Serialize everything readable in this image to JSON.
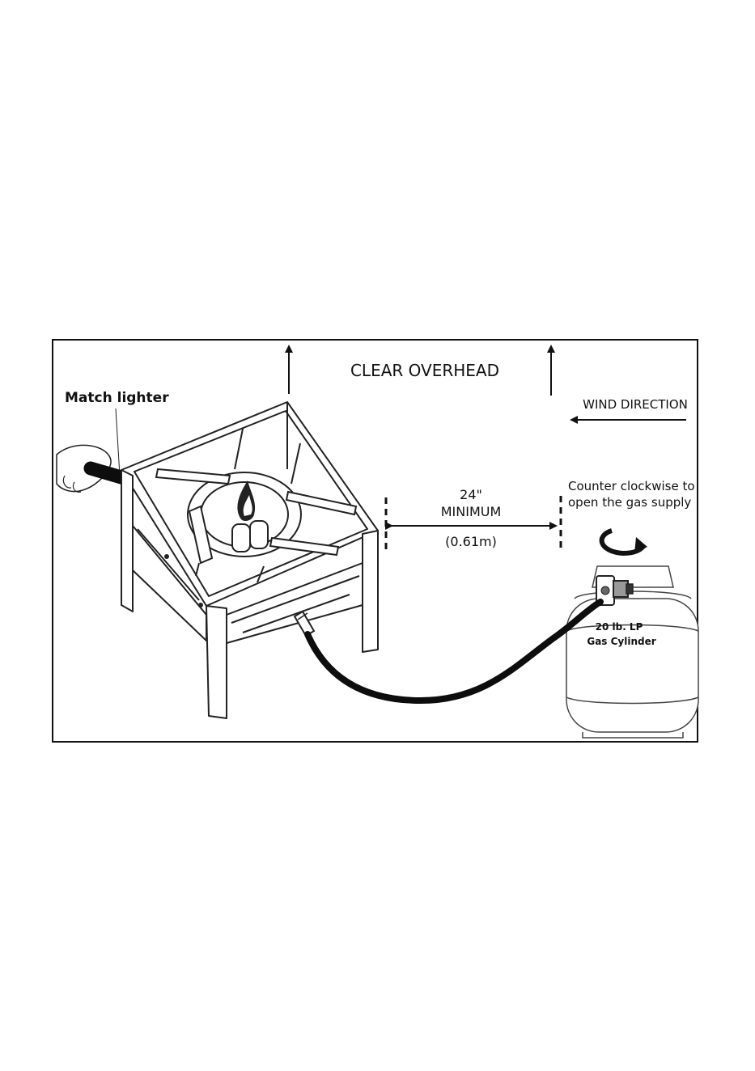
{
  "labels": {
    "clear_overhead": "CLEAR OVERHEAD",
    "match_lighter": "Match lighter",
    "wind_direction": "WIND DIRECTION",
    "distance_value": "24\"",
    "distance_word": "MINIMUM",
    "distance_metric": "(0.61m)",
    "valve_line1": "Counter clockwise to",
    "valve_line2": "open the gas supply",
    "cylinder_line1": "20 lb. LP",
    "cylinder_line2": "Gas Cylinder"
  },
  "colors": {
    "ink": "#111111",
    "hose": "#0d0d0d",
    "flame": "#222222",
    "frame": "#222222"
  }
}
